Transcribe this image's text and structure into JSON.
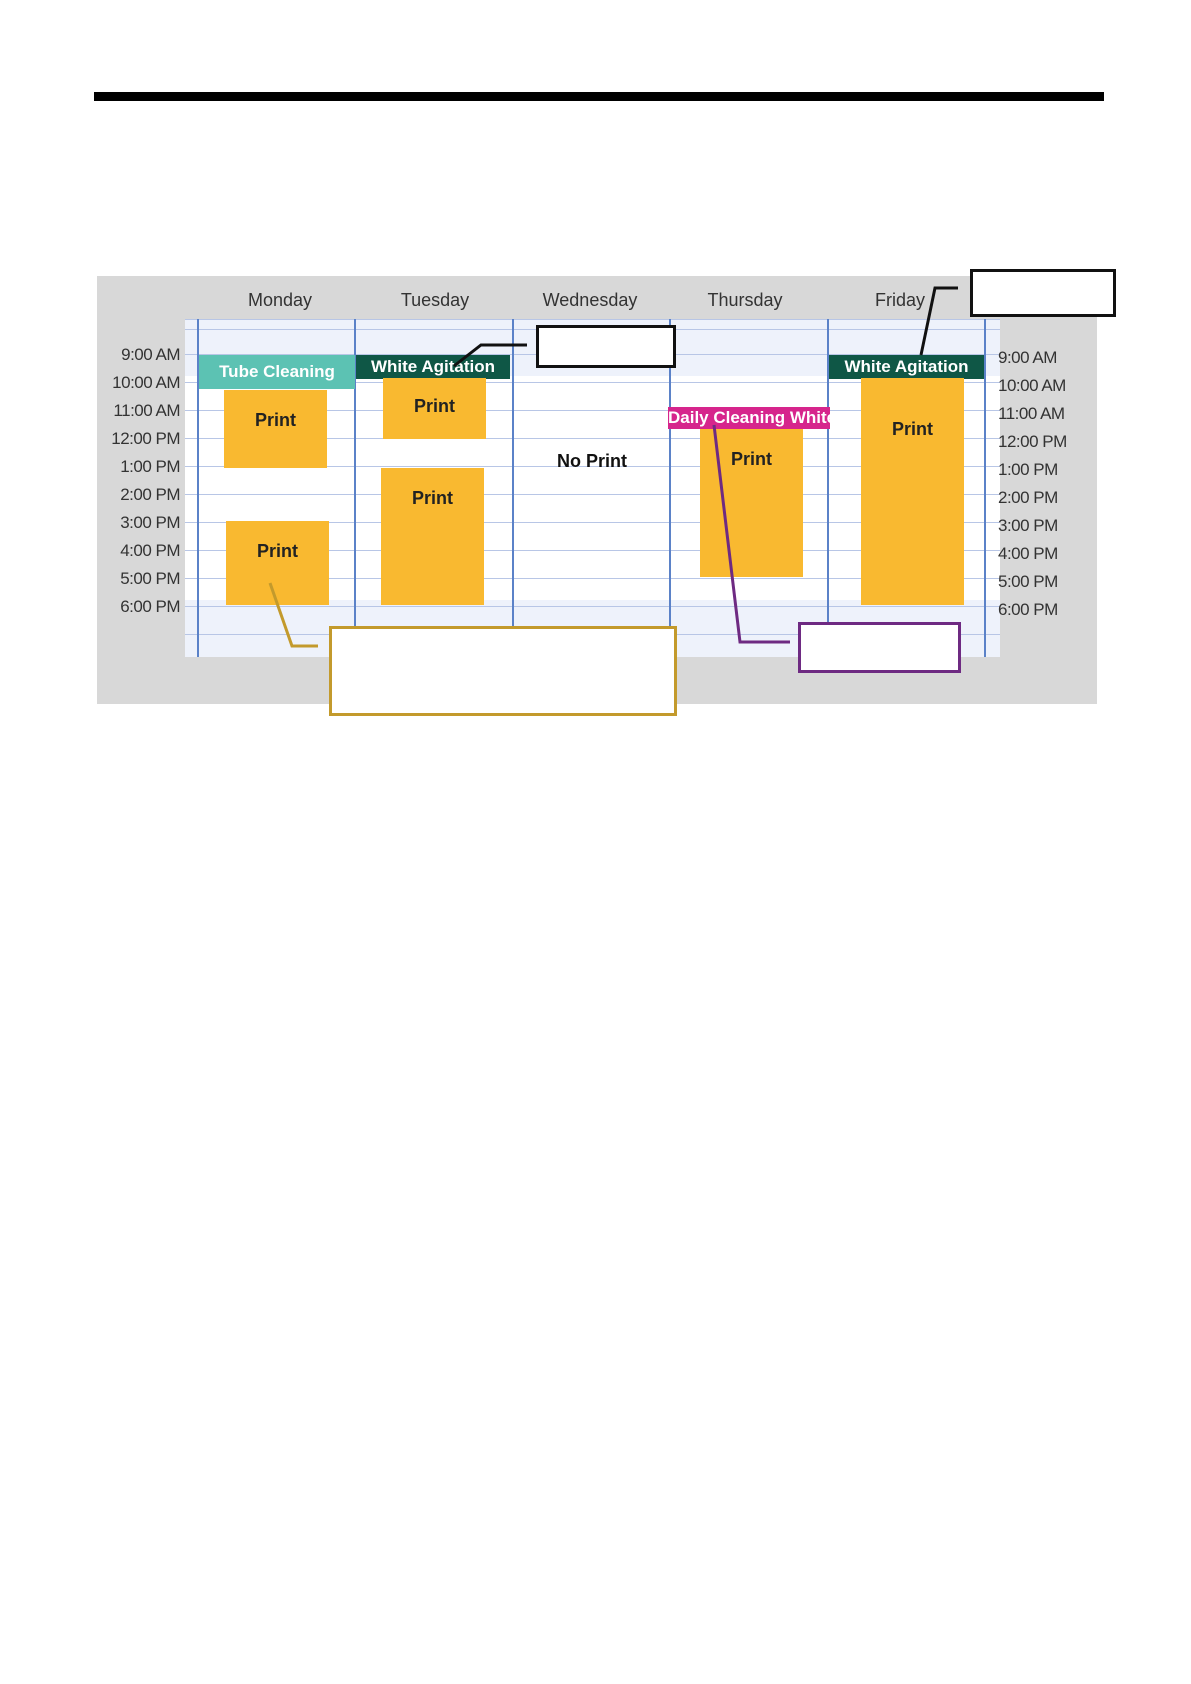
{
  "days": [
    "Monday",
    "Tuesday",
    "Wednesday",
    "Thursday",
    "Friday"
  ],
  "times": [
    "9:00 AM",
    "10:00 AM",
    "11:00 AM",
    "12:00 PM",
    "1:00 PM",
    "2:00 PM",
    "3:00 PM",
    "4:00 PM",
    "5:00 PM",
    "6:00 PM"
  ],
  "events": {
    "tube_cleaning": "Tube Cleaning",
    "white_agitation_tue": "White Agitation",
    "white_agitation_fri": "White Agitation",
    "daily_cleaning_white": "Daily Cleaning White",
    "print": "Print",
    "no_print": "No Print"
  },
  "colors": {
    "print": "#f9b930",
    "tube_cleaning": "#5cc2b3",
    "white_agitation": "#0f5746",
    "daily_cleaning": "#d6258c",
    "callout_gold": "#c39a2c",
    "callout_purple": "#6e2a82",
    "grid_line": "#5b82c8"
  }
}
